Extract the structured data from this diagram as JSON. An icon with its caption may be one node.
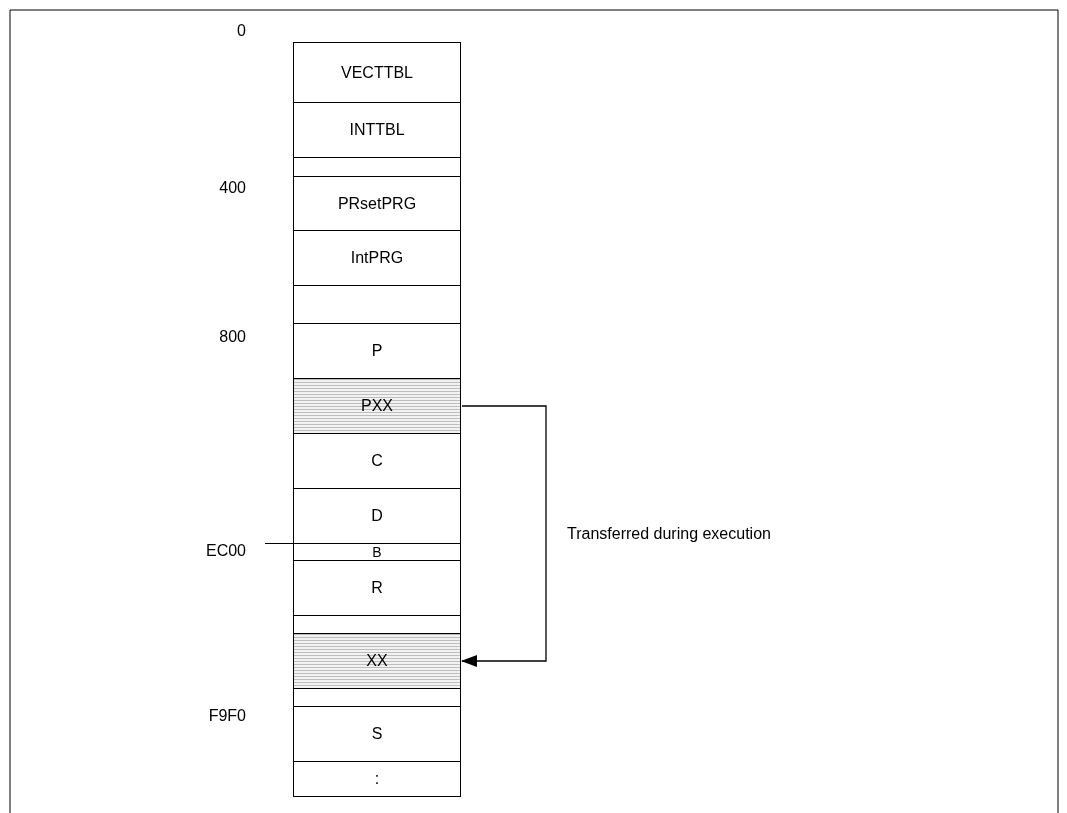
{
  "diagram": {
    "nodes": [
      {
        "text": [
          "VECTTBL"
        ]
      },
      {
        "text": [
          "INTTBL"
        ]
      },
      {
        "text": [],
        "shape": "box"
      },
      {
        "text": [
          "PRsetPRG"
        ]
      },
      {
        "text": [
          "IntPRG"
        ]
      },
      {
        "text": [],
        "shape": "box"
      },
      {
        "text": [
          "P"
        ]
      },
      {
        "text": [
          "PXX"
        ]
      },
      {
        "text": [
          "C"
        ]
      },
      {
        "text": [
          "D"
        ]
      },
      {
        "text": [
          "B"
        ]
      },
      {
        "text": [
          "R"
        ]
      },
      {
        "text": [],
        "shape": "box"
      },
      {
        "text": [
          "XX"
        ]
      },
      {
        "text": [],
        "shape": "box"
      },
      {
        "text": [
          "S"
        ]
      },
      {
        "text": [
          ":"
        ]
      }
    ],
    "edges": [
      {
        "from": 7,
        "to": 13,
        "arrow": "to",
        "label": "Transferred during execution"
      }
    ],
    "labels": [
      "0",
      "400",
      "800",
      "EC00",
      "F9F0"
    ]
  }
}
